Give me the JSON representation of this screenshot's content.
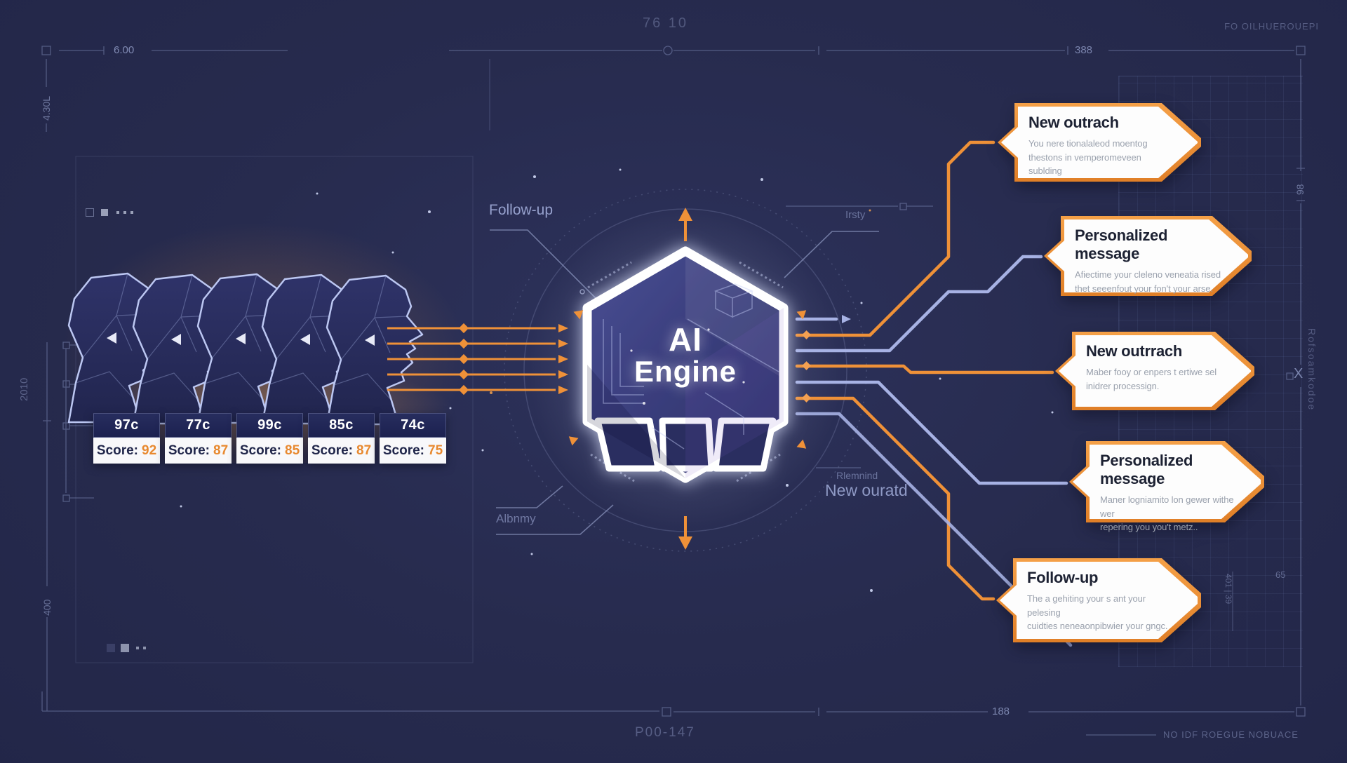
{
  "colors": {
    "background": "#272b4e",
    "accent_orange": "#ef9138",
    "connector_lavender": "#a7b2e4",
    "blueprint_line": "#93a1cf",
    "card_fill": "#fdfdfd",
    "badge_navy": "#1f2454",
    "score_number_orange": "#e8892f",
    "hexagon_white": "#ffffff"
  },
  "engine": {
    "line1": "AI",
    "line2": "Engine"
  },
  "prospects": [
    {
      "tag": "97c",
      "score_label": "Score:",
      "score": "92"
    },
    {
      "tag": "77c",
      "score_label": "Score:",
      "score": "87"
    },
    {
      "tag": "99c",
      "score_label": "Score:",
      "score": "85"
    },
    {
      "tag": "85c",
      "score_label": "Score:",
      "score": "87"
    },
    {
      "tag": "74c",
      "score_label": "Score:",
      "score": "75"
    }
  ],
  "cards": [
    {
      "title": "New outrach",
      "line1": "You nere tionalaleod moentog",
      "line2": "thestons in vemperomeveen sublding"
    },
    {
      "title": "Personalized message",
      "line1": "Afiectime your cleleno veneatia rised",
      "line2": "thet seeenfout your fon't your arse."
    },
    {
      "title": "New outrrach",
      "line1": "Maber fooy or enpers t ertiwe sel",
      "line2": "inidrer processign."
    },
    {
      "title": "Personalized message",
      "line1": "Maner logniamito lon gewer withe wer",
      "line2": "repering you you't metz.."
    },
    {
      "title": "Follow-up",
      "line1": "The a gehiting your s ant your pelesing",
      "line2": "cuidties neneaonpibwier your gngc."
    }
  ],
  "callouts": {
    "follow_up": "Follow-up",
    "irsty": "Irsty",
    "riemnind": "Rlemnind",
    "new_ouratd": "New ouratd",
    "albnmy": "Albnmy"
  },
  "frame": {
    "top_center": "76 10",
    "top_left_dim": "6.00",
    "left_top_vert": "4.30L",
    "left_mid_vert": "2010",
    "left_bottom_vert": "400",
    "top_right_dim": "388",
    "top_right_text": "FO OILHUEROUEPI",
    "right_top_dim": "98",
    "right_x": "X",
    "right_vert_text": "Rofsoamkodoe",
    "right_mid_dim": "65",
    "right_bottom_vert": "401 | 39",
    "bottom_center": "P00-147",
    "bottom_right_dim": "188",
    "bottom_right_text": "NO IDF ROEGUE NOBUACE"
  }
}
